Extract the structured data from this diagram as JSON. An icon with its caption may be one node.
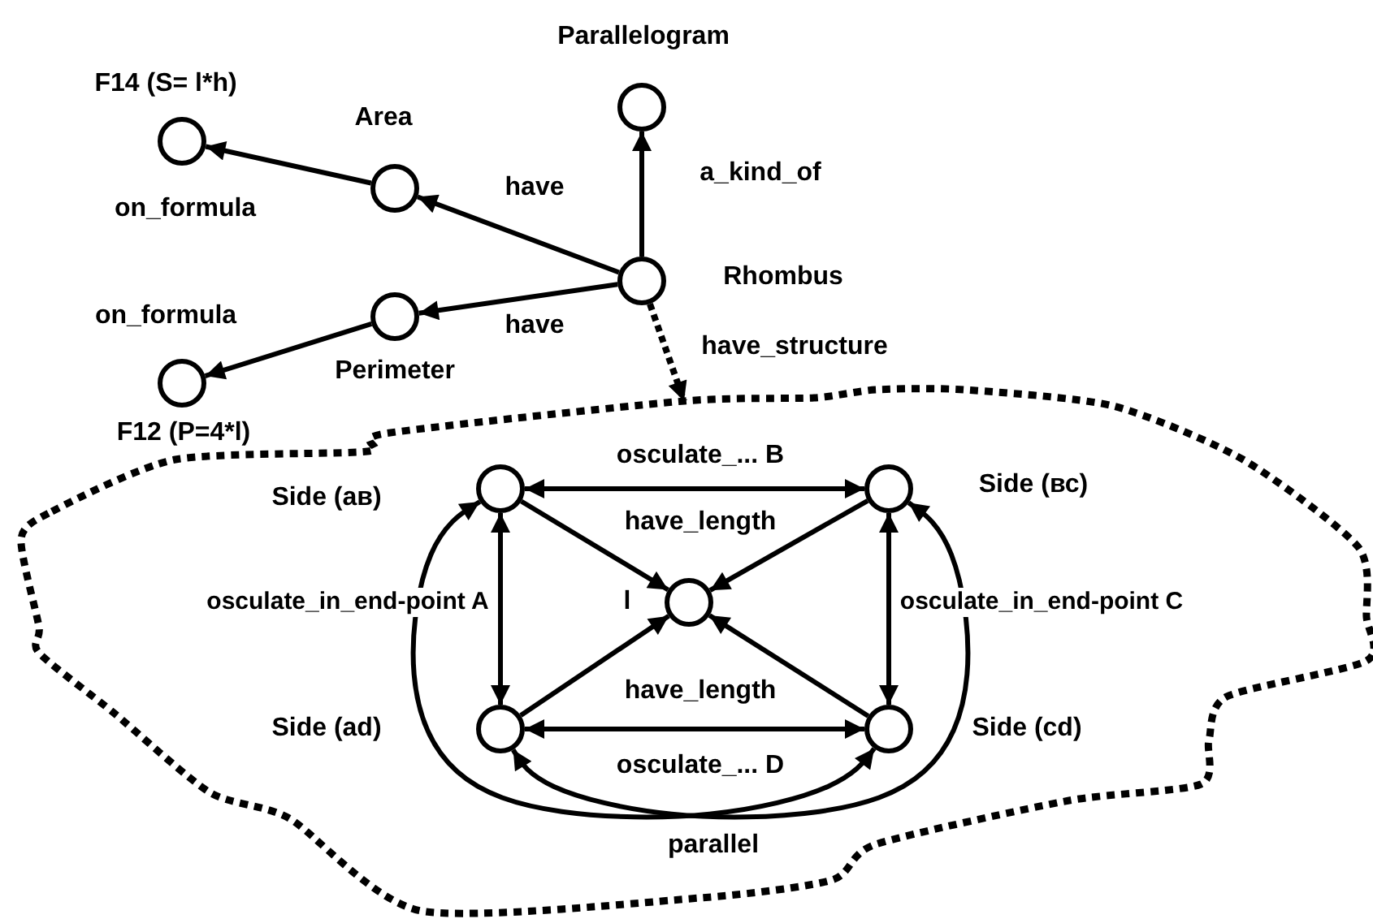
{
  "diagram": {
    "nodes": [
      {
        "text": [
          "Parallelogram"
        ]
      },
      {
        "text": [
          "F14 (S= l*h)"
        ]
      },
      {
        "text": [
          "Area"
        ]
      },
      {
        "text": [
          "Rhombus"
        ]
      },
      {
        "text": [
          "Perimeter"
        ]
      },
      {
        "text": [
          "F12 (P=4*l)"
        ]
      },
      {
        "text": [],
        "shape": "cloud"
      },
      {
        "text": [
          "Side (ав)"
        ],
        "in": 6
      },
      {
        "text": [
          "Side (вс)"
        ],
        "in": 6
      },
      {
        "text": [
          "l"
        ],
        "in": 6
      },
      {
        "text": [
          "Side (ad)"
        ],
        "in": 6
      },
      {
        "text": [
          "Side (cd)"
        ],
        "in": 6
      }
    ],
    "edges": [
      {
        "from": 3,
        "to": 0,
        "arrow": "to",
        "label": "a_kind_of"
      },
      {
        "from": 3,
        "to": 2,
        "arrow": "to",
        "label": "have"
      },
      {
        "from": 2,
        "to": 1,
        "arrow": "to",
        "label": "on_formula"
      },
      {
        "from": 3,
        "to": 4,
        "arrow": "to",
        "label": "have"
      },
      {
        "from": 4,
        "to": 5,
        "arrow": "to",
        "label": "on_formula"
      },
      {
        "from": 3,
        "to": 6,
        "arrow": "to",
        "label": "have_structure",
        "style": "dashed"
      },
      {
        "from": 7,
        "to": 8,
        "arrow": "both",
        "label": "osculate_... B"
      },
      {
        "from": 7,
        "to": 9,
        "arrow": "to",
        "label": "have_length"
      },
      {
        "from": 8,
        "to": 9,
        "arrow": "to"
      },
      {
        "from": 7,
        "to": 10,
        "arrow": "both",
        "label": "osculate_in_end-point A"
      },
      {
        "from": 8,
        "to": 11,
        "arrow": "both",
        "label": "osculate_in_end-point C"
      },
      {
        "from": 10,
        "to": 9,
        "arrow": "to",
        "label": "have_length"
      },
      {
        "from": 11,
        "to": 9,
        "arrow": "to"
      },
      {
        "from": 10,
        "to": 11,
        "arrow": "both",
        "label": "osculate_... D"
      },
      {
        "from": 7,
        "to": 11,
        "arrow": "both",
        "label": "parallel"
      },
      {
        "from": 8,
        "to": 10,
        "arrow": "both"
      }
    ]
  }
}
